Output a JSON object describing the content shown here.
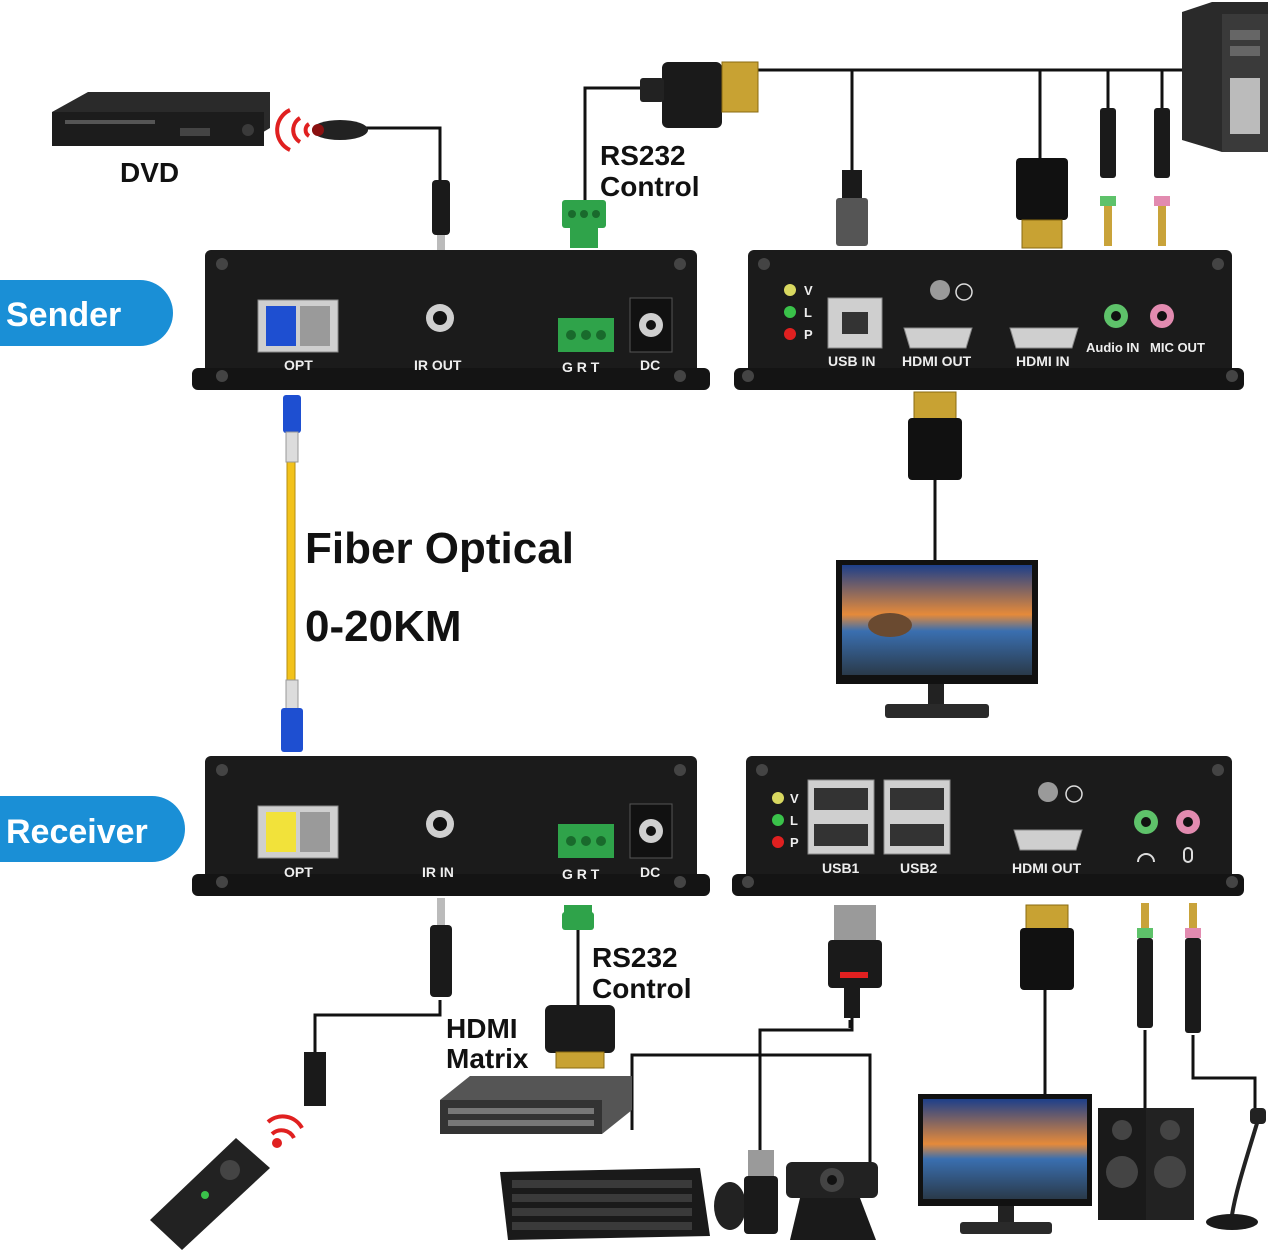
{
  "labels": {
    "dvd": "DVD",
    "sender": "Sender",
    "receiver": "Receiver",
    "rs232_top_1": "RS232",
    "rs232_top_2": "Control",
    "rs232_bot_1": "RS232",
    "rs232_bot_2": "Control",
    "fiber_1": "Fiber Optical",
    "fiber_2": "0-20KM",
    "hdmi_matrix_1": "HDMI",
    "hdmi_matrix_2": "Matrix"
  },
  "sender_left": {
    "opt": "OPT",
    "ir_out": "IR OUT",
    "grt": "G R T",
    "dc": "DC"
  },
  "sender_right": {
    "v": "V",
    "l": "L",
    "p": "P",
    "usb_in": "USB IN",
    "hdmi_out": "HDMI OUT",
    "hdmi_in": "HDMI IN",
    "audio_in": "Audio IN",
    "mic_out": "MIC OUT"
  },
  "receiver_left": {
    "opt": "OPT",
    "ir_in": "IR IN",
    "grt": "G R T",
    "dc": "DC"
  },
  "receiver_right": {
    "v": "V",
    "l": "L",
    "p": "P",
    "usb1": "USB1",
    "usb2": "USB2",
    "hdmi_out": "HDMI OUT"
  },
  "colors": {
    "pill_blue": "#1a8fd6",
    "device_body": "#1b1b1b",
    "fiber_yellow": "#f2c21b",
    "fiber_connector_blue": "#1e4fd1",
    "terminal_green": "#2fa34a"
  }
}
